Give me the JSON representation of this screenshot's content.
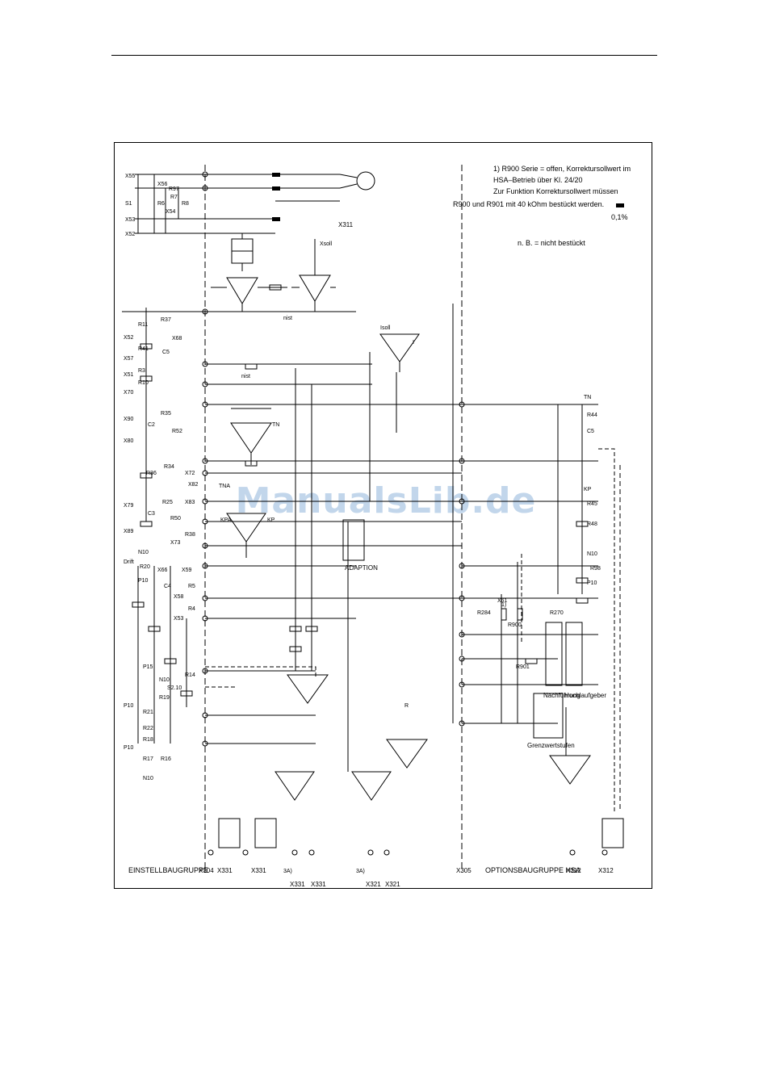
{
  "watermark": "ManualsLib.de",
  "sections": {
    "einstell": "EINSTELLBAUGRUPPE",
    "option": "OPTIONSBAUGRUPPE HSA"
  },
  "connectors": {
    "x304": "X304",
    "x305": "X305",
    "x311": "X311",
    "x312a": "X312",
    "x312b": "X312",
    "x331a": "X331",
    "x331b": "X331",
    "x331c": "X331",
    "x331d": "X331",
    "x321a": "X321",
    "x321b": "X321"
  },
  "blocks": {
    "adaption": "ADAPTION",
    "nachfuehrung": "Nachführung",
    "hochlaufgeber": "Hochlaufgeber",
    "grenzwertstufen": "Grenzwertstufen"
  },
  "notes": {
    "l1": "1) R900 Serie = offen, Korrektursollwert im",
    "l2": "HSA–Betrieb über Kl. 24/20",
    "l3": "Zur Funktion Korrektursollwert müssen",
    "l4": "R900 und R901 mit 40 kOhm bestückt werden.",
    "l5": "n. B. = nicht bestückt"
  },
  "legend": {
    "tol": "0,1%"
  },
  "labels": {
    "x55": "X55",
    "s1": "S1",
    "x53": "X53",
    "x52": "X52",
    "r6": "R6",
    "x56": "X56",
    "x54": "X54",
    "r7": "R7",
    "r8": "R8",
    "r97": "R97",
    "r11": "R11",
    "r37": "R37",
    "r41": "R41",
    "x52b": "X52",
    "r3": "R3",
    "c5": "C5",
    "x68": "X68",
    "x57": "X57",
    "x51": "X51",
    "r10": "R10",
    "x70": "X70",
    "x90": "X90",
    "c2": "C2",
    "r35": "R35",
    "r52": "R52",
    "x80": "X80",
    "r36": "R36",
    "r34": "R34",
    "x72": "X72",
    "x82": "X82",
    "x79": "X79",
    "c3": "C3",
    "r25": "R25",
    "x83": "X83",
    "r50": "R50",
    "r38": "R38",
    "x89": "X89",
    "x73": "X73",
    "drift": "Drift",
    "n10a": "N10",
    "r20": "R20",
    "p10a": "P10",
    "x66": "X66",
    "x59": "X59",
    "c4": "C4",
    "r5": "R5",
    "x58": "X58",
    "r4": "R4",
    "x53b": "X53",
    "p15": "P15",
    "r14": "R14",
    "s210": "S2.10",
    "n10b": "N10",
    "r19": "R19",
    "p10b": "P10",
    "r21": "R21",
    "r22": "R22",
    "r18": "R18",
    "p10c": "P10",
    "r17": "R17",
    "r16": "R16",
    "n10c": "N10",
    "tn": "TN",
    "tna": "TNA",
    "kp": "KP",
    "kpa": "KPA",
    "nist": "nist",
    "nist2": "nist",
    "isoll": "Isoll",
    "i": "I",
    "r": "R",
    "tn2": "TN",
    "kp2": "KP",
    "r44": "R44",
    "c5b": "C5",
    "r45": "R45",
    "r48": "R48",
    "n10d": "N10",
    "r98": "R98",
    "p10d": "P10",
    "r270": "R270",
    "r284": "R284",
    "r900": "R900",
    "r901": "R901",
    "x61": "X61",
    "fn1": "1)",
    "3a1": "3A)",
    "3a2": "3A)",
    "xsoll": "Xsoll"
  }
}
